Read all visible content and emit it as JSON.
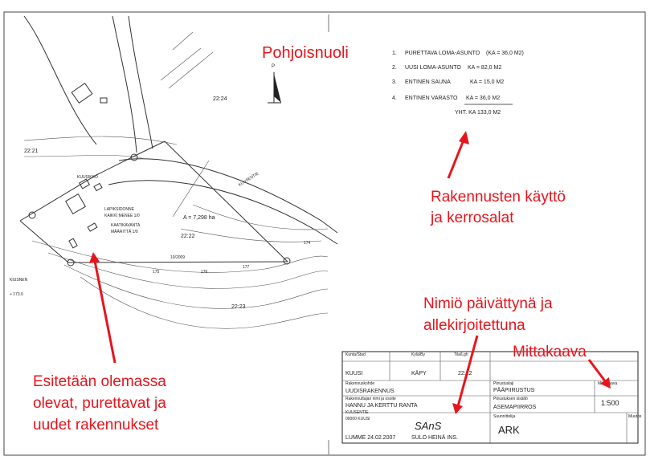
{
  "annotations": {
    "north_arrow": "Pohjoisnuoli",
    "usage_line1": "Rakennusten käyttö",
    "usage_line2": "ja kerrosalat",
    "titleblock_line1": "Nimiö päivättynä ja",
    "titleblock_line2": "allekirjoitettuna",
    "scale": "Mittakaava",
    "existing_line1": "Esitetään olemassa",
    "existing_line2": "olevat, purettavat ja",
    "existing_line3": "uudet rakennukset"
  },
  "colors": {
    "annotation": "#e8141c",
    "drawing": "#333333"
  },
  "north_letter": "P",
  "buildings": [
    {
      "num": "1.",
      "name": "PURETTAVA LOMA-ASUNTO",
      "area": "(KA = 36,0 M2)"
    },
    {
      "num": "2.",
      "name": "UUSI LOMA-ASUNTO",
      "area": "KA = 82,0 M2"
    },
    {
      "num": "3.",
      "name": "ENTINEN SAUNA",
      "area": "KA = 15,0 M2"
    },
    {
      "num": "4.",
      "name": "ENTINEN VARASTO",
      "area": "KA = 36,0 M2"
    }
  ],
  "total": "YHT. KA 133,0 M2",
  "map": {
    "parcel_2224": "22:24",
    "parcel_2221": "22:21",
    "parcel_2222": "22:22",
    "parcel_2223": "22:23",
    "area": "A = 7,298 ha",
    "road": "KUUSENTIE",
    "kuusiko": "KUUSIKKO",
    "elev_label": "KIUSNEN",
    "elev_value": "+ 173.0",
    "lapi": "LAPIKSIDONNE",
    "side1": "KAIKKI MENEE 1/0",
    "side2": "KAATIKAVANTA",
    "side3": "MÄÄRITTÄ 1/0",
    "contour_a": "177",
    "contour_b": "176",
    "contour_c": "175",
    "contour_d": "174",
    "line_label": "10/2009"
  },
  "titleblock": {
    "municipality_label": "Kunta/Stad",
    "municipality": "KUUSI",
    "village_label": "Kylä/By",
    "village": "KÄPY",
    "plot_label": "Tila/Lgh",
    "plot": "22:22",
    "project_label": "Rakennuskohde",
    "project": "UUDISRAKENNUS",
    "owner_label": "Rakennuttajan nimi ja osoite",
    "owner1": "HANNU JA KERTTU RANTA",
    "owner2": "KUUSENTIE",
    "owner3": "00000 KUUSI",
    "sig_date": "LUMME 24.02.2007",
    "designer": "SULO HEINÄ  INS.",
    "signature": "SAnS",
    "drawing_type_label": "Piirustuslaji",
    "drawing_type": "PÄÄPIIRUSTUS",
    "content_label": "Piirustuksen sisältö",
    "content": "ASEMAPIIRROS",
    "scale_label": "Mittakaava",
    "scale": "1:500",
    "designer_label": "Suunnittelija",
    "office": "ARK",
    "change_label": "Muutos"
  }
}
